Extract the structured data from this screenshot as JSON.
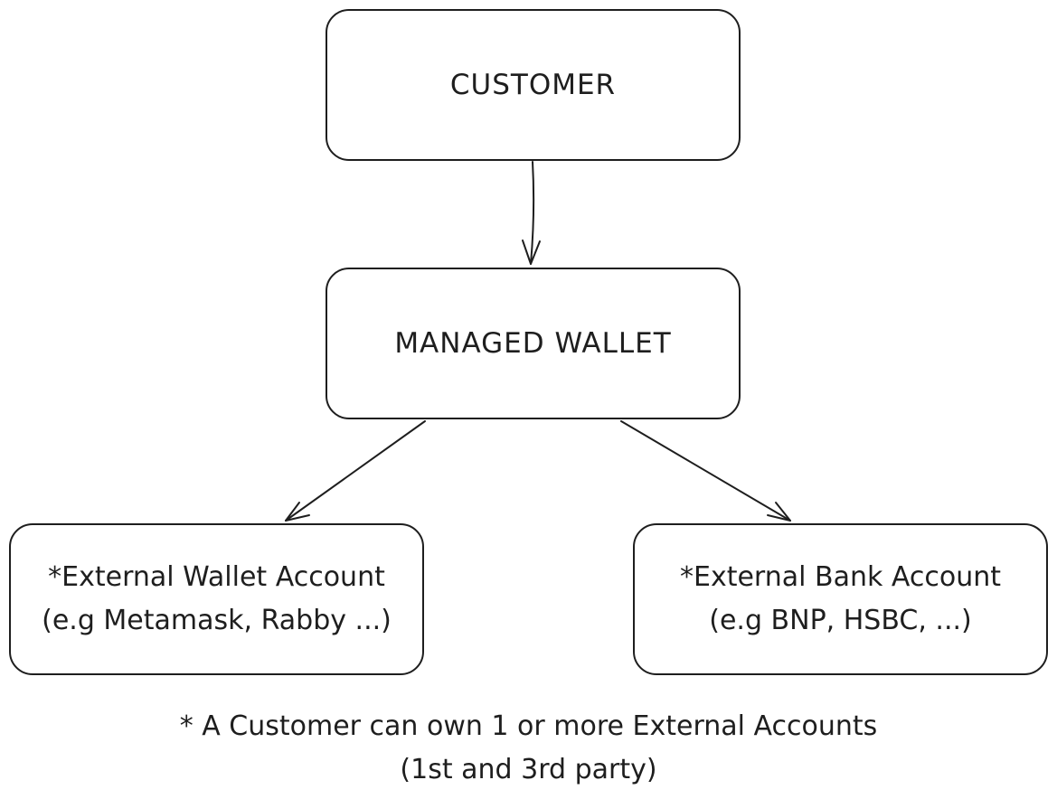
{
  "nodes": {
    "customer": {
      "title": "CUSTOMER"
    },
    "managed_wallet": {
      "title": "MANAGED WALLET"
    },
    "external_wallet": {
      "line1": "*External Wallet Account",
      "line2": "(e.g Metamask, Rabby ...)"
    },
    "external_bank": {
      "line1": "*External Bank Account",
      "line2": "(e.g BNP, HSBC, ...)"
    }
  },
  "footnote": {
    "line1": "* A Customer can own 1 or more External Accounts",
    "line2": "(1st and 3rd party)"
  },
  "colors": {
    "stroke": "#1e1e1e",
    "background": "#ffffff"
  }
}
